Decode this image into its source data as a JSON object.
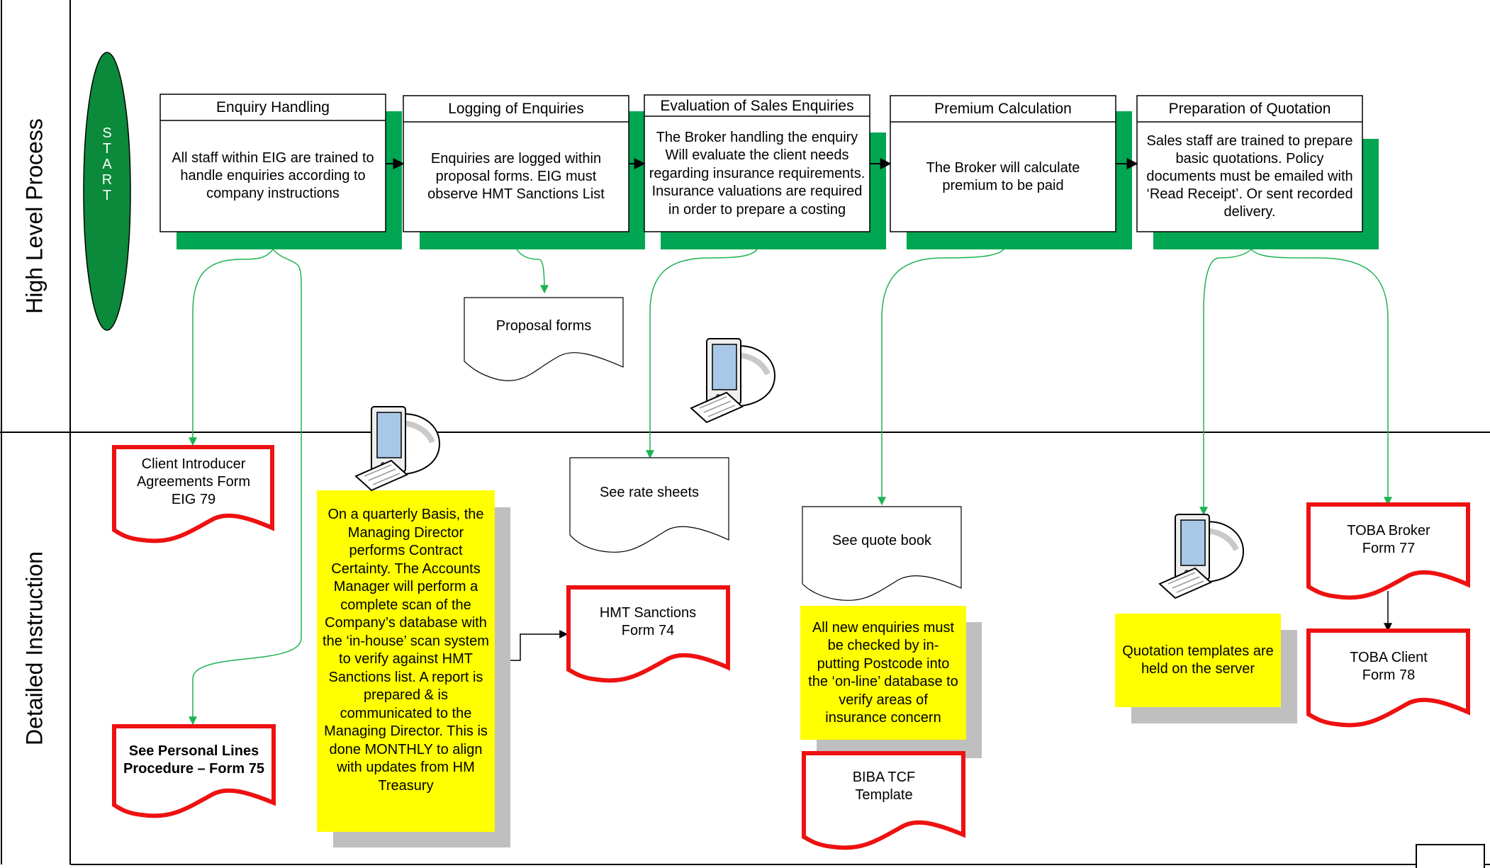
{
  "lanes": {
    "top": "High Level Process",
    "bottom": "Detailed Instruction"
  },
  "start": {
    "letters": [
      "S",
      "T",
      "A",
      "R",
      "T"
    ]
  },
  "steps": [
    {
      "title": "Enquiry Handling",
      "body": "All staff within EIG are trained to handle enquiries according to company instructions"
    },
    {
      "title": "Logging of Enquiries",
      "body": "Enquiries are logged within proposal forms. EIG must observe HMT Sanctions List"
    },
    {
      "title": "Evaluation of Sales Enquiries",
      "body": "The Broker handling the enquiry Will evaluate the client needs regarding insurance requirements. Insurance valuations are required in order to  prepare a costing"
    },
    {
      "title": "Premium Calculation",
      "body": "The Broker will calculate premium to be paid"
    },
    {
      "title": "Preparation of Quotation",
      "body": "Sales staff are trained to prepare basic quotations. Policy documents must be emailed with ‘Read Receipt’. Or sent recorded delivery."
    }
  ],
  "documents": {
    "proposal_forms": "Proposal forms",
    "rate_sheets": "See rate sheets",
    "quote_book": "See quote book"
  },
  "forms": {
    "client_introducer": "Client Introducer Agreements Form EIG 79",
    "personal_lines": "See Personal Lines Procedure – Form 75",
    "hmt_sanctions": "HMT Sanctions Form 74",
    "biba": "BIBA TCF Template",
    "toba_broker": "TOBA Broker Form 77",
    "toba_client": "TOBA Client Form 78"
  },
  "notes": {
    "contract_certainty": "On a quarterly Basis, the Managing Director performs Contract Certainty. The Accounts Manager will perform a complete scan of the Company’s database with the ‘in-house’ scan system to verify against HMT Sanctions list. A report is prepared & is communicated to the Managing Director. This is done MONTHLY to align with updates from HM Treasury",
    "postcode_check": "All new enquiries must be checked by in-putting Postcode into the ‘on-line’ database to verify areas of insurance concern",
    "quotation_templates": "Quotation templates are held on the server"
  },
  "icons": [
    "computer-icon",
    "computer-icon",
    "computer-icon"
  ],
  "colors": {
    "start": "#0a8a3a",
    "shadow_green": "#00a651",
    "connector": "#1fb254",
    "form_border": "#ee1111",
    "note_fill": "#ffff00",
    "note_shadow": "#bfbfbf"
  }
}
